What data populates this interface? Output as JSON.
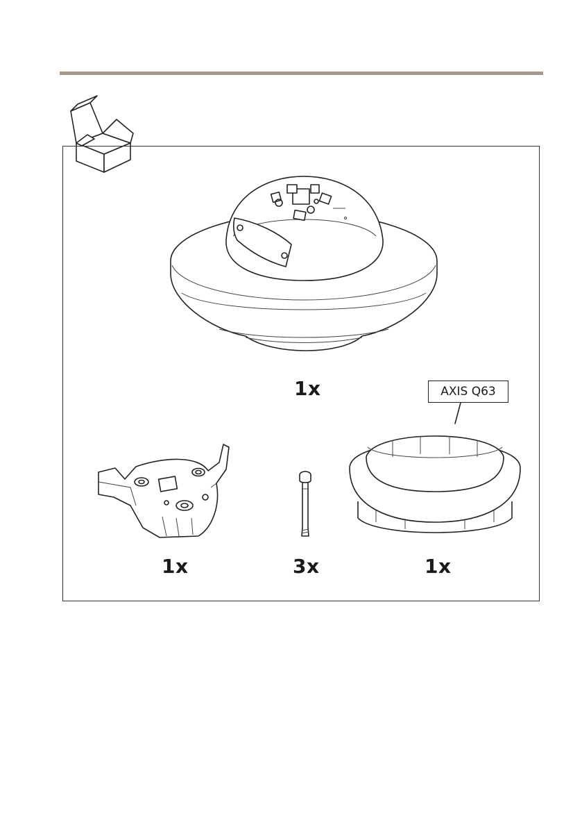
{
  "items": [
    {
      "quantity": "1x",
      "icon": "dome-camera-icon"
    },
    {
      "quantity": "1x",
      "icon": "mounting-bracket-icon"
    },
    {
      "quantity": "3x",
      "icon": "screw-icon"
    },
    {
      "quantity": "1x",
      "icon": "ring-adapter-icon"
    }
  ],
  "callout": {
    "label": "AXIS Q63"
  },
  "colors": {
    "rule": "#a89887",
    "outline": "#222222"
  }
}
